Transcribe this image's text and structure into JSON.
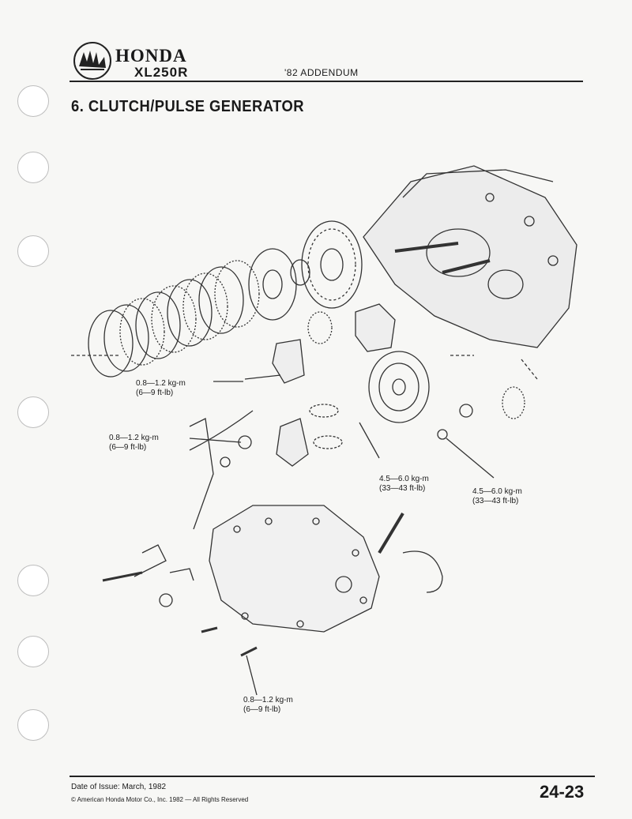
{
  "header": {
    "brand": "HONDA",
    "model": "XL250R",
    "addendum": "'82 ADDENDUM"
  },
  "section": {
    "title": "6. CLUTCH/PULSE GENERATOR"
  },
  "torque_labels": [
    {
      "value": "0.8—1.2 kg-m",
      "imperial": "(6—9 ft-lb)"
    },
    {
      "value": "0.8—1.2 kg-m",
      "imperial": "(6—9 ft-lb)"
    },
    {
      "value": "4.5—6.0 kg-m",
      "imperial": "(33—43 ft-lb)"
    },
    {
      "value": "4.5—6.0 kg-m",
      "imperial": "(33—43 ft-lb)"
    },
    {
      "value": "0.8—1.2 kg-m",
      "imperial": "(6—9 ft-lb)"
    }
  ],
  "footer": {
    "issue": "Date of Issue: March, 1982",
    "copyright": "© American Honda Motor Co., Inc. 1982 — All Rights Reserved",
    "page_number": "24-23"
  }
}
